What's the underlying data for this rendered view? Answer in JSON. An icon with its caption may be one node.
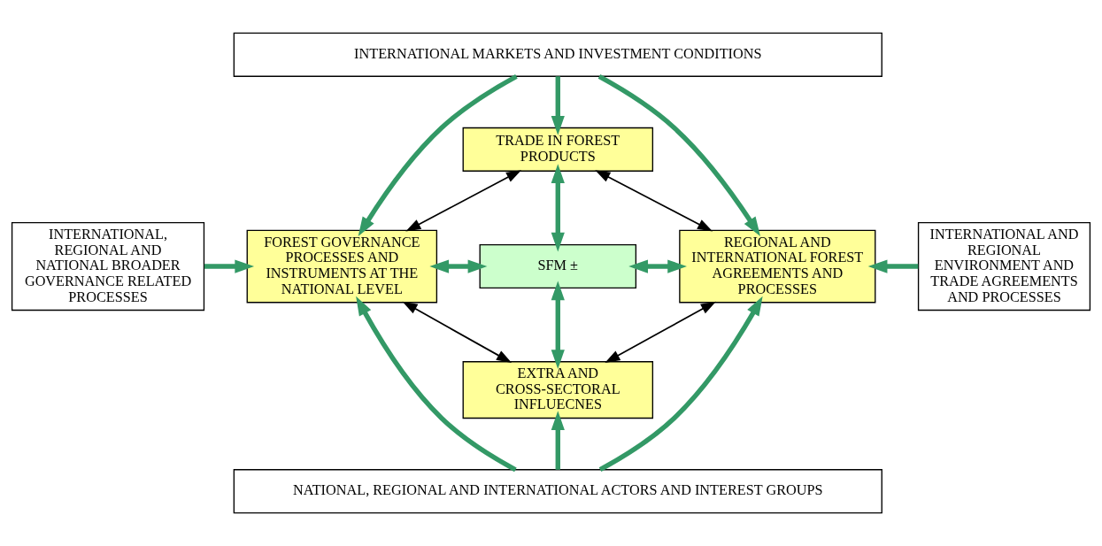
{
  "diagram": {
    "nodes": [
      {
        "text": [
          "INTERNATIONAL MARKETS AND INVESTMENT CONDITIONS"
        ]
      },
      {
        "text": [
          "INTERNATIONAL, REGIONAL AND NATIONAL BROADER GOVERNANCE RELATED PROCESSES"
        ]
      },
      {
        "text": [
          "INTERNATIONAL AND REGIONAL ENVIRONMENT AND TRADE AGREEMENTS AND PROCESSES"
        ]
      },
      {
        "text": [
          "TRADE IN FOREST PRODUCTS"
        ]
      },
      {
        "text": [
          "FOREST GOVERNANCE PROCESSES AND INSTRUMENTS AT THE NATIONAL LEVEL"
        ]
      },
      {
        "text": [
          "SFM ±"
        ]
      },
      {
        "text": [
          "REGIONAL AND INTERNATIONAL FOREST AGREEMENTS AND PROCESSES"
        ]
      },
      {
        "text": [
          "EXTRA AND CROSS-SECTORAL INFLUECNES"
        ]
      },
      {
        "text": [
          "NATIONAL, REGIONAL AND INTERNATIONAL ACTORS AND INTEREST GROUPS"
        ]
      }
    ],
    "edges": [
      {
        "from": 0,
        "to": 4,
        "arrow": "to"
      },
      {
        "from": 0,
        "to": 3,
        "arrow": "to"
      },
      {
        "from": 0,
        "to": 6,
        "arrow": "to"
      },
      {
        "from": 3,
        "to": 4,
        "arrow": "both",
        "color": "#000000"
      },
      {
        "from": 3,
        "to": 6,
        "arrow": "both",
        "color": "#000000"
      },
      {
        "from": 3,
        "to": 5,
        "arrow": "both"
      },
      {
        "from": 1,
        "to": 4,
        "arrow": "to"
      },
      {
        "from": 4,
        "to": 5,
        "arrow": "both"
      },
      {
        "from": 5,
        "to": 6,
        "arrow": "both"
      },
      {
        "from": 2,
        "to": 6,
        "arrow": "to"
      },
      {
        "from": 5,
        "to": 7,
        "arrow": "both"
      },
      {
        "from": 4,
        "to": 7,
        "arrow": "both",
        "color": "#000000"
      },
      {
        "from": 7,
        "to": 6,
        "arrow": "both",
        "color": "#000000"
      },
      {
        "from": 8,
        "to": 4,
        "arrow": "to"
      },
      {
        "from": 8,
        "to": 7,
        "arrow": "to"
      },
      {
        "from": 8,
        "to": 6,
        "arrow": "to"
      }
    ]
  }
}
